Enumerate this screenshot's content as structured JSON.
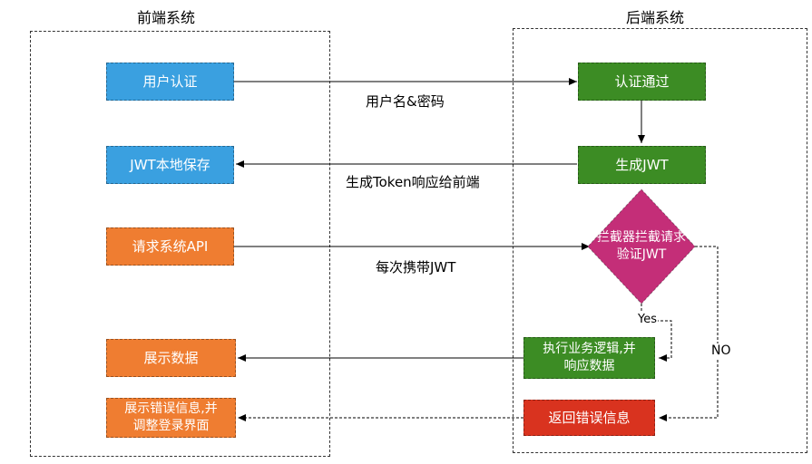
{
  "frontend": {
    "title": "前端系统",
    "auth": "用户认证",
    "save_jwt": "JWT本地保存",
    "request_api": "请求系统API",
    "show_data": "展示数据",
    "show_error": "展示错误信息,并\n调整登录界面"
  },
  "backend": {
    "title": "后端系统",
    "auth_pass": "认证通过",
    "gen_jwt": "生成JWT",
    "interceptor": "拦截器拦截请求\n验证JWT",
    "exec_logic": "执行业务逻辑,并\n响应数据",
    "return_error": "返回错误信息"
  },
  "edges": {
    "credentials": "用户名&密码",
    "token_response": "生成Token响应给前端",
    "carry_jwt": "每次携带JWT",
    "yes": "Yes",
    "no": "NO"
  },
  "colors": {
    "blue": "#3aa0e0",
    "orange": "#ef7d31",
    "green": "#3c8c24",
    "red": "#d9331f",
    "magenta": "#c42e78"
  }
}
